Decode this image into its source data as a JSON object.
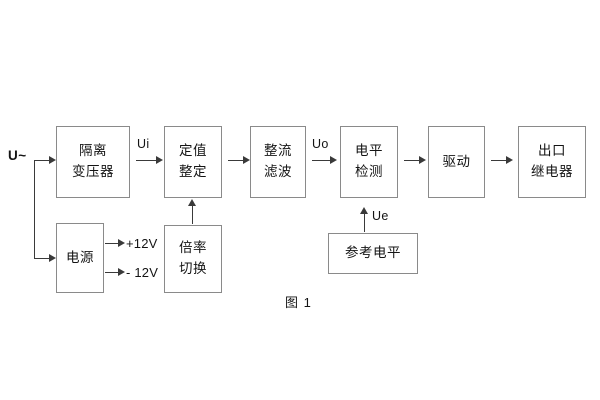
{
  "figure": {
    "caption": "图 1",
    "input_label": "U~",
    "colors": {
      "block_border": "#8a8a8a",
      "line": "#3a3a3a",
      "text": "#141414",
      "background": "#ffffff"
    }
  },
  "blocks": [
    {
      "id": "isolation-transformer",
      "line1": "隔离",
      "line2": "变压器"
    },
    {
      "id": "setting-value",
      "line1": "定值",
      "line2": "整定"
    },
    {
      "id": "rectify-filter",
      "line1": "整流",
      "line2": "滤波"
    },
    {
      "id": "level-detect",
      "line1": "电平",
      "line2": "检测"
    },
    {
      "id": "drive",
      "line1": "驱动",
      "line2": ""
    },
    {
      "id": "output-relay",
      "line1": "出口",
      "line2": "继电器"
    },
    {
      "id": "power-supply",
      "line1": "电源",
      "line2": ""
    },
    {
      "id": "multiplier-switch",
      "line1": "倍率",
      "line2": "切换"
    },
    {
      "id": "reference-level",
      "line1": "参考电平",
      "line2": ""
    }
  ],
  "signals": {
    "ui": "Ui",
    "uo": "Uo",
    "ue": "Ue"
  },
  "power_outputs": [
    {
      "label": "+12V"
    },
    {
      "label": "- 12V"
    }
  ]
}
